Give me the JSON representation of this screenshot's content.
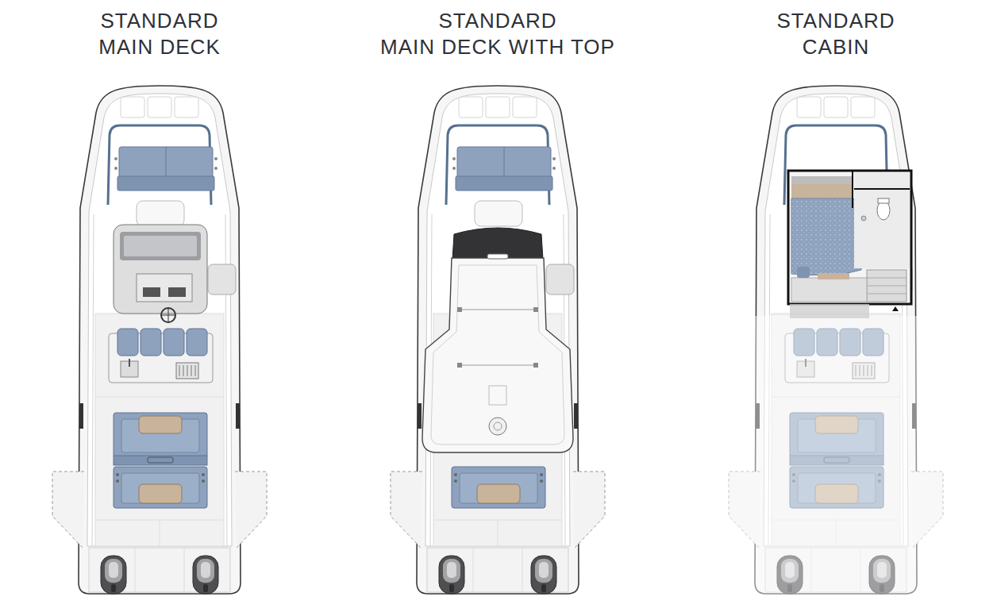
{
  "diagram": {
    "nodes": [
      {
        "text": [
          "STANDARD MAIN DECK"
        ]
      },
      {
        "text": [
          "STANDARD MAIN DECK WITH TOP"
        ]
      },
      {
        "text": [
          "STANDARD CABIN"
        ]
      }
    ]
  }
}
